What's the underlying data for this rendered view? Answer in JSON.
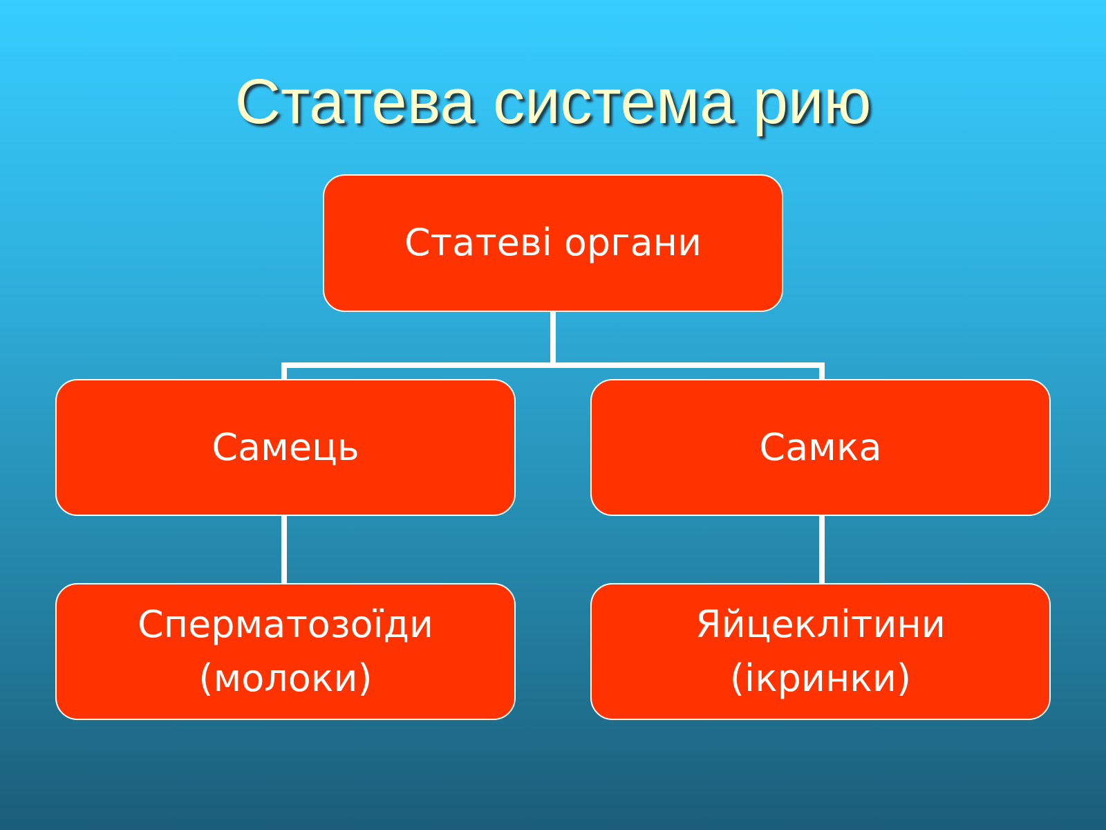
{
  "title": "Статева система рию",
  "nodes": {
    "root": "Статеві органи",
    "male": "Самець",
    "female": "Самка",
    "male_cells_line1": "Сперматозоїди",
    "male_cells_line2": "(молоки)",
    "female_cells_line1": "Яйцеклітини",
    "female_cells_line2": "(ікринки)"
  },
  "colors": {
    "box": "#ff3300",
    "title": "#ffffcc",
    "connector": "#ffffff"
  }
}
